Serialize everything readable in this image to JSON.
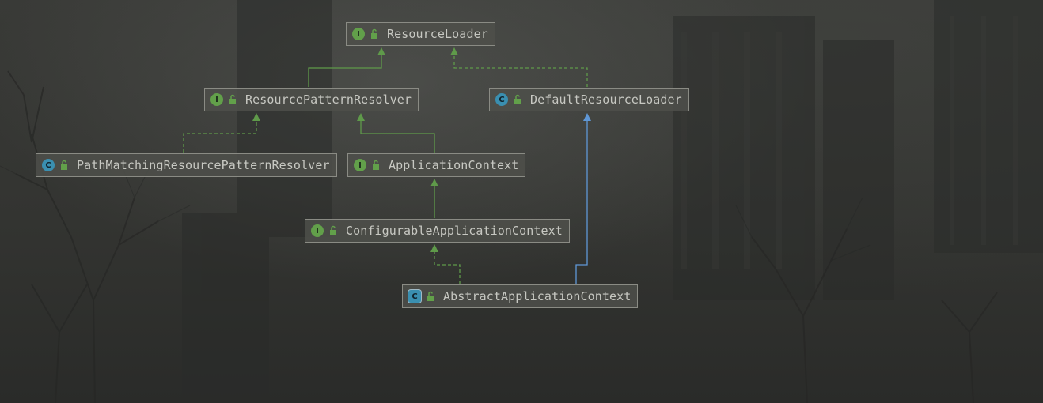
{
  "diagram": {
    "nodes": [
      {
        "id": "resource-loader",
        "label": "ResourceLoader",
        "kind": "interface",
        "badge": "I"
      },
      {
        "id": "resource-pattern-resolver",
        "label": "ResourcePatternResolver",
        "kind": "interface",
        "badge": "I"
      },
      {
        "id": "default-resource-loader",
        "label": "DefaultResourceLoader",
        "kind": "class",
        "badge": "C"
      },
      {
        "id": "path-matching-resource-pattern-resolver",
        "label": "PathMatchingResourcePatternResolver",
        "kind": "class",
        "badge": "C"
      },
      {
        "id": "application-context",
        "label": "ApplicationContext",
        "kind": "interface",
        "badge": "I"
      },
      {
        "id": "configurable-application-context",
        "label": "ConfigurableApplicationContext",
        "kind": "interface",
        "badge": "I"
      },
      {
        "id": "abstract-application-context",
        "label": "AbstractApplicationContext",
        "kind": "abstract",
        "badge": "C"
      }
    ],
    "edges": [
      {
        "from": "resource-pattern-resolver",
        "to": "resource-loader",
        "type": "extends-interface",
        "color": "#5f9a4a"
      },
      {
        "from": "default-resource-loader",
        "to": "resource-loader",
        "type": "implements",
        "color": "#5f9a4a"
      },
      {
        "from": "path-matching-resource-pattern-resolver",
        "to": "resource-pattern-resolver",
        "type": "implements",
        "color": "#5f9a4a"
      },
      {
        "from": "application-context",
        "to": "resource-pattern-resolver",
        "type": "extends-interface",
        "color": "#5f9a4a"
      },
      {
        "from": "configurable-application-context",
        "to": "application-context",
        "type": "extends-interface",
        "color": "#5f9a4a"
      },
      {
        "from": "abstract-application-context",
        "to": "configurable-application-context",
        "type": "implements",
        "color": "#5f9a4a"
      },
      {
        "from": "abstract-application-context",
        "to": "default-resource-loader",
        "type": "extends-class",
        "color": "#5f97d6"
      }
    ]
  },
  "colors": {
    "interface_badge": "#62a04a",
    "class_badge": "#3a8fb0",
    "node_border": "#8a8b84",
    "node_text": "#c7c8c2"
  }
}
